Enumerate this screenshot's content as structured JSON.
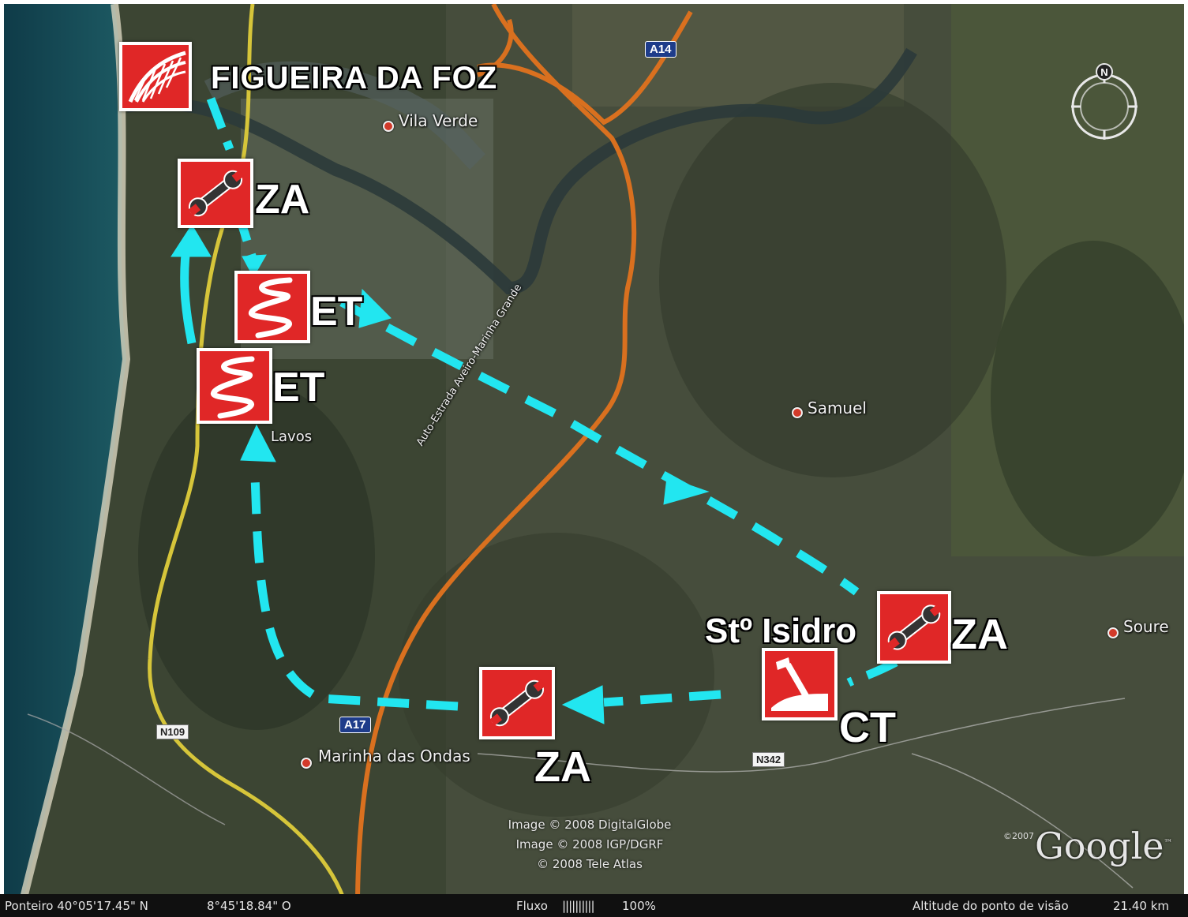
{
  "map": {
    "places": [
      {
        "key": "vila_verde",
        "name": "Vila Verde"
      },
      {
        "key": "samuel",
        "name": "Samuel"
      },
      {
        "key": "lavos",
        "name": "Lavos"
      },
      {
        "key": "marinha",
        "name": "Marinha das Ondas"
      },
      {
        "key": "soure",
        "name": "Soure"
      }
    ],
    "road_labels": {
      "a14": "A14",
      "a17": "A17",
      "n109": "N109",
      "n342": "N342",
      "motorway_name": "Auto-Estrada Aveiro-Marinha Grande"
    },
    "annotations": {
      "figueira": "FIGUEIRA DA FOZ",
      "za_1": "ZA",
      "et_1": "ET",
      "et_2": "ET",
      "sto_isidro": "Stº Isidro",
      "za_2": "ZA",
      "ct": "CT",
      "za_3": "ZA"
    },
    "markers": [
      {
        "key": "figueira-logo",
        "icon": "bridge-logo-icon"
      },
      {
        "key": "za-1",
        "icon": "wrench-icon"
      },
      {
        "key": "et-1",
        "icon": "winding-road-icon"
      },
      {
        "key": "et-2",
        "icon": "winding-road-icon"
      },
      {
        "key": "za-2",
        "icon": "wrench-icon"
      },
      {
        "key": "ct",
        "icon": "construction-site-icon"
      },
      {
        "key": "za-3",
        "icon": "wrench-icon"
      }
    ],
    "credits": [
      "Image © 2008 DigitalGlobe",
      "Image © 2008 IGP/DGRF",
      "© 2008 Tele Atlas"
    ],
    "google": {
      "year": "©2007",
      "logo": "Google",
      "tm": "™"
    },
    "compass_letter": "N",
    "colors": {
      "route": "#22e6f0",
      "marker_red": "#e02727",
      "motorway": "#d9701f",
      "main_road": "#d6c53a"
    }
  },
  "status_bar": {
    "pointer": "Ponteiro 40°05'17.45\" N",
    "longitude": "8°45'18.84\" O",
    "stream_label": "Fluxo",
    "stream_bars": "||||||||||",
    "stream_pct": "100%",
    "eye_alt_label": "Altitude do ponto de visão",
    "eye_alt_value": "21.40 km"
  }
}
